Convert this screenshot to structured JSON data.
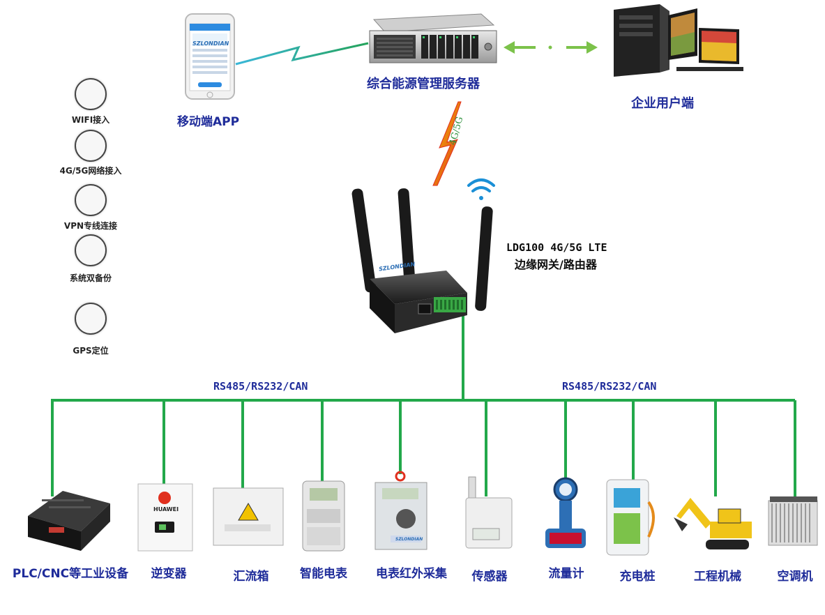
{
  "top": {
    "mobile_label": "移动端APP",
    "mobile_brand": "SZLONDIAN",
    "server_label": "综合能源管理服务器",
    "enterprise_label": "企业用户端",
    "link_label": "4G/5G"
  },
  "gateway": {
    "line1": "LDG100 4G/5G LTE",
    "line2": "边缘网关/路由器",
    "brand": "SZLONDIAN"
  },
  "features": [
    {
      "icon": "wifi-icon",
      "label": "WIFI接入"
    },
    {
      "icon": "cell-tower-icon",
      "label": "4G/5G网络接入"
    },
    {
      "icon": "lock-icon",
      "label": "VPN专线连接"
    },
    {
      "icon": "backup-icon",
      "label": "系统双备份"
    },
    {
      "icon": "gps-satellite-icon",
      "label": "GPS定位"
    }
  ],
  "bus": {
    "left_label": "RS485/RS232/CAN",
    "right_label": "RS485/RS232/CAN",
    "color": "#22a84a"
  },
  "devices": [
    {
      "label": "PLC/CNC等工业设备"
    },
    {
      "label": "逆变器",
      "brand": "HUAWEI"
    },
    {
      "label": "汇流箱"
    },
    {
      "label": "智能电表"
    },
    {
      "label": "电表红外采集",
      "brand": "SZLONDIAN"
    },
    {
      "label": "传感器"
    },
    {
      "label": "流量计"
    },
    {
      "label": "充电桩"
    },
    {
      "label": "工程机械"
    },
    {
      "label": "空调机"
    }
  ],
  "colors": {
    "label_blue": "#1f2c9a",
    "bus_green": "#22a84a",
    "lightning_start": "#f2c200",
    "lightning_end": "#e0301e",
    "arrow_green": "#7cc24a"
  }
}
